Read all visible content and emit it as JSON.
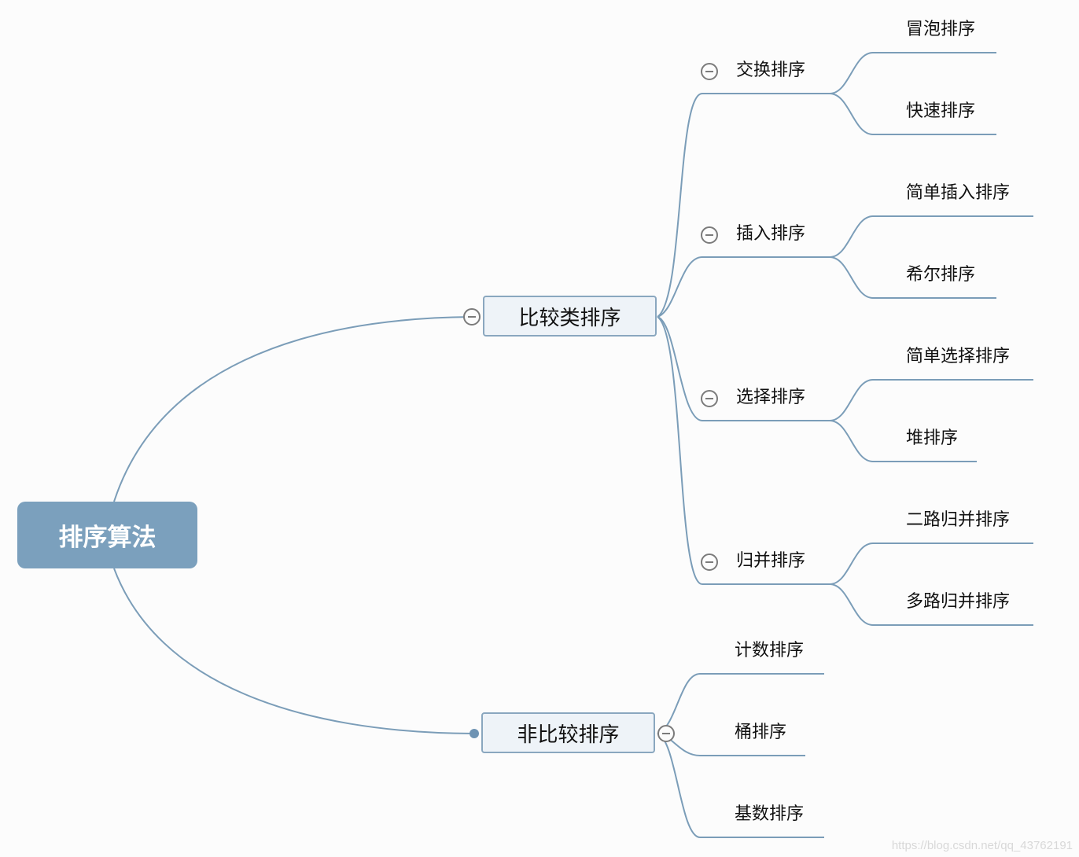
{
  "root": {
    "label": "排序算法"
  },
  "comparison": {
    "label": "比较类排序",
    "groups": [
      {
        "label": "交换排序",
        "items": [
          "冒泡排序",
          "快速排序"
        ]
      },
      {
        "label": "插入排序",
        "items": [
          "简单插入排序",
          "希尔排序"
        ]
      },
      {
        "label": "选择排序",
        "items": [
          "简单选择排序",
          "堆排序"
        ]
      },
      {
        "label": "归并排序",
        "items": [
          "二路归并排序",
          "多路归并排序"
        ]
      }
    ]
  },
  "noncomparison": {
    "label": "非比较排序",
    "items": [
      "计数排序",
      "桶排序",
      "基数排序"
    ]
  },
  "watermark": "https://blog.csdn.net/qq_43762191",
  "colors": {
    "link": "#7b9db8",
    "root_fill": "#7ba0bd",
    "node_fill": "#eef3f8",
    "node_border": "#8aa7bf"
  }
}
